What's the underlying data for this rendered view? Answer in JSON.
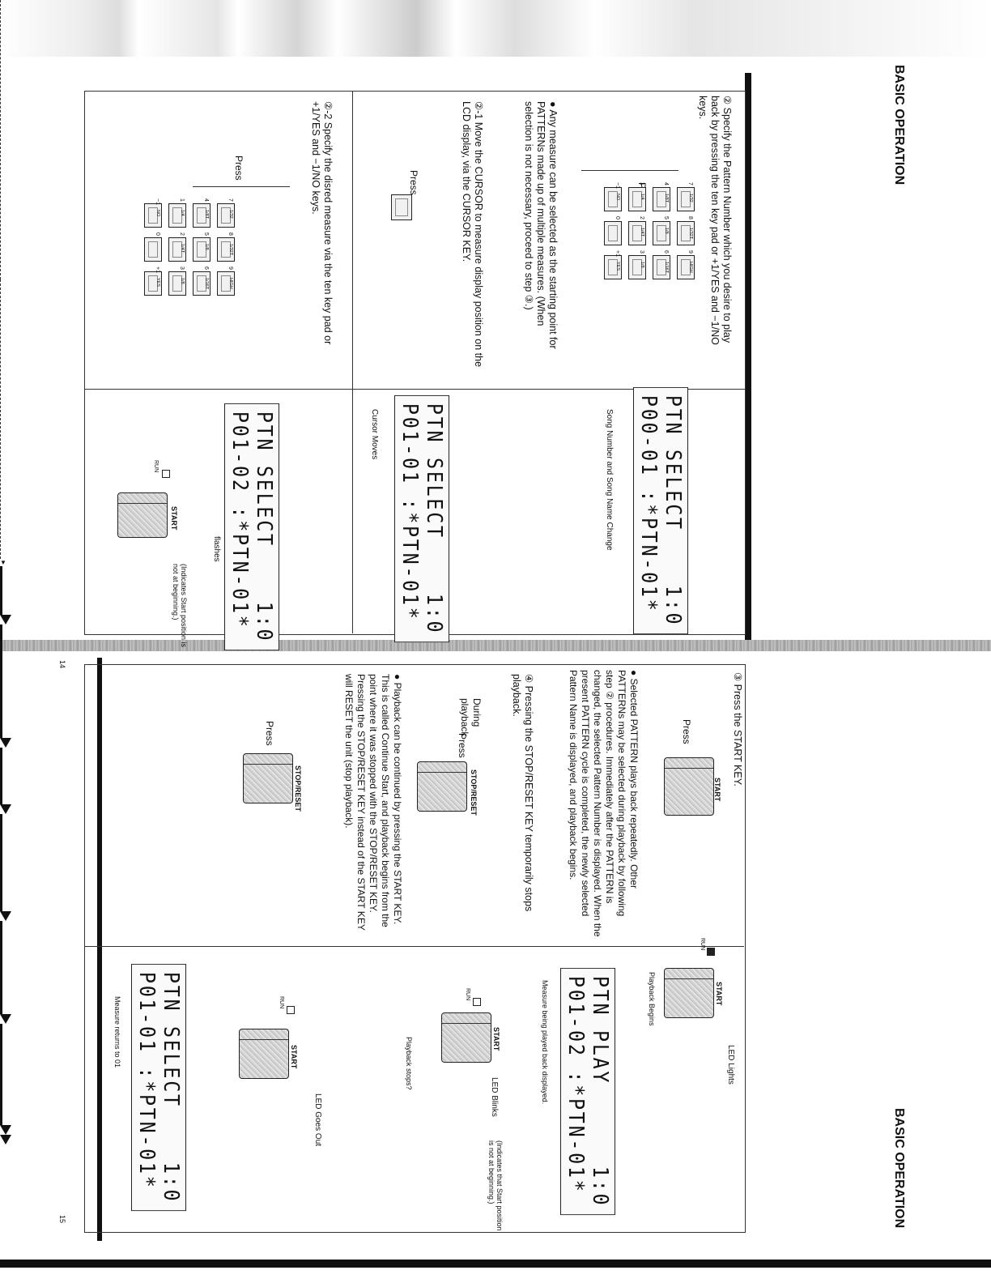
{
  "header": {
    "left": "BASIC OPERATION",
    "right": "BASIC OPERATION"
  },
  "page_numbers": {
    "left": "14",
    "right": "15"
  },
  "left_page": {
    "step2": "② Specify the Pattern Number which you desire to play back by pressing the ten key pad or +1/YES and −1/NO keys.",
    "press": "Press",
    "bullet": "● Any measure can be selected as the starting point for PATTERNs made up of multiple measures. (When selection is not necessary, proceed to step ③.)",
    "step21": "②-1 Move the CURSOR to measure display position on the LCD display, via the CURSOR KEY.",
    "step22": "②-2 Specify the disred measure via the ten key pad or +1/YES and −1/NO keys.",
    "lcd1_line1": "PTN SELECT    1:0",
    "lcd1_line2": "P00-01 :*PTN-01*",
    "lcd1_caption": "Song Number and Song Name Change",
    "lcd2_line1": "PTN SELECT    1:0",
    "lcd2_line2": "P01-01 :*PTN-01*",
    "lcd2_caption": "Cursor Moves",
    "lcd3_line1": "PTN SELECT    1:0",
    "lcd3_line2": "P01-02 :*PTN-01*",
    "flashes": "flashes",
    "start": "START",
    "run": "RUN",
    "note_start": "(Indicates Start position is not at beginning.)"
  },
  "keypad": {
    "keys": [
      {
        "num": "7",
        "alt": "1/32"
      },
      {
        "num": "8",
        "alt": "1/32T"
      },
      {
        "num": "9",
        "alt": "HIGH"
      },
      {
        "num": "4",
        "alt": "1/8T"
      },
      {
        "num": "5",
        "alt": "1/8"
      },
      {
        "num": "6",
        "alt": "1/16T"
      },
      {
        "num": "1",
        "alt": "1/4"
      },
      {
        "num": "2",
        "alt": "1/4T"
      },
      {
        "num": "3",
        "alt": "1/8"
      },
      {
        "num": "−1",
        "alt": "NO"
      },
      {
        "num": "0",
        "alt": ""
      },
      {
        "num": "+1",
        "alt": "YES"
      }
    ]
  },
  "right_page": {
    "step3": "③ Press the START KEY.",
    "press": "Press",
    "start": "START",
    "run": "RUN",
    "led_lights": "LED Lights",
    "playback_begins": "Playback Begins",
    "lcd4_line1": "PTN PLAY      1:0",
    "lcd4_line2": "P01-02 :*PTN-01*",
    "measure_caption": "Measure being played back displayed.",
    "bullet1": "● Selected PATTERN plays back repeatedly. Other PATTERNs may be selected during playback by following step ② procedures. Immediately after the PATTERN is changed, the selected Pattern Number is displayed. When the present PATTERN cycle is completed, the newly selected Pattern Name is displayed, and playback begins.",
    "step4": "④ Pressing the STOP/RESET KEY temporarily stops playback.",
    "during": "During playback",
    "stopreset": "STOP/RESET",
    "led_blinks": "LED Blinks",
    "playback_stops": "Playback stops?",
    "note_blink": "(Indicates that Start position is not at beginning.)",
    "bullet2": "● Playback can be continued by pressing the START KEY. This is called Continue Start, and playback begins from the point where it was stopped with the STOP/RESET KEY. Pressing the STOP/RESET KEY instead of the START KEY will RESET the unit (stop playback).",
    "led_goes_out": "LED Goes Out",
    "lcd5_line1": "PTN SELECT    1:0",
    "lcd5_line2": "P01-01 :*PTN-01*",
    "returns_caption": "Measure returns to 01"
  }
}
